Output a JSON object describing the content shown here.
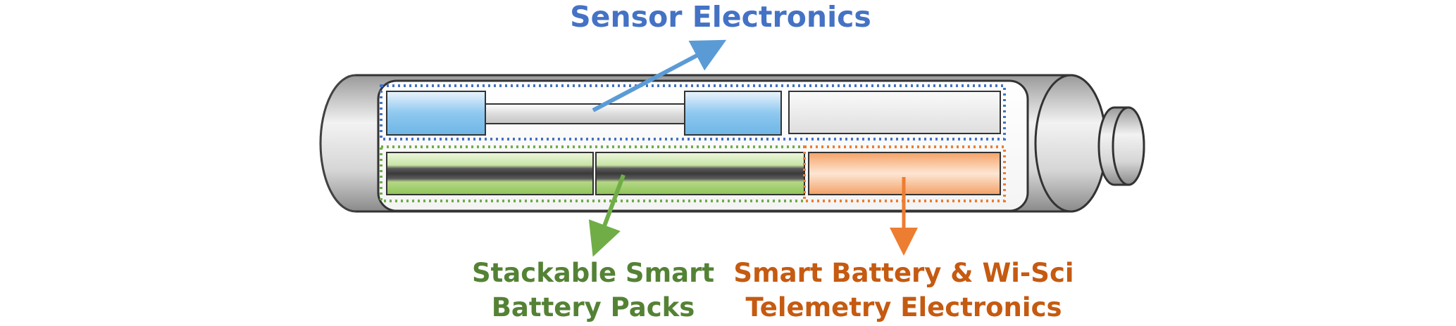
{
  "labels": {
    "sensor": {
      "text": "Sensor Electronics",
      "color": "#4472c4"
    },
    "battery": {
      "line1": "Stackable Smart",
      "line2": "Battery Packs",
      "color": "#548235"
    },
    "telemetry": {
      "line1": "Smart Battery & Wi-Sci",
      "line2": "Telemetry Electronics",
      "color": "#c55a11"
    }
  },
  "colors": {
    "sensor_arrow": "#5b9bd5",
    "battery_arrow": "#70ad47",
    "telemetry_arrow": "#ed7d31",
    "sensor_outline": "#4472c4",
    "battery_outline": "#70ad47",
    "telemetry_outline": "#ed7d31"
  }
}
